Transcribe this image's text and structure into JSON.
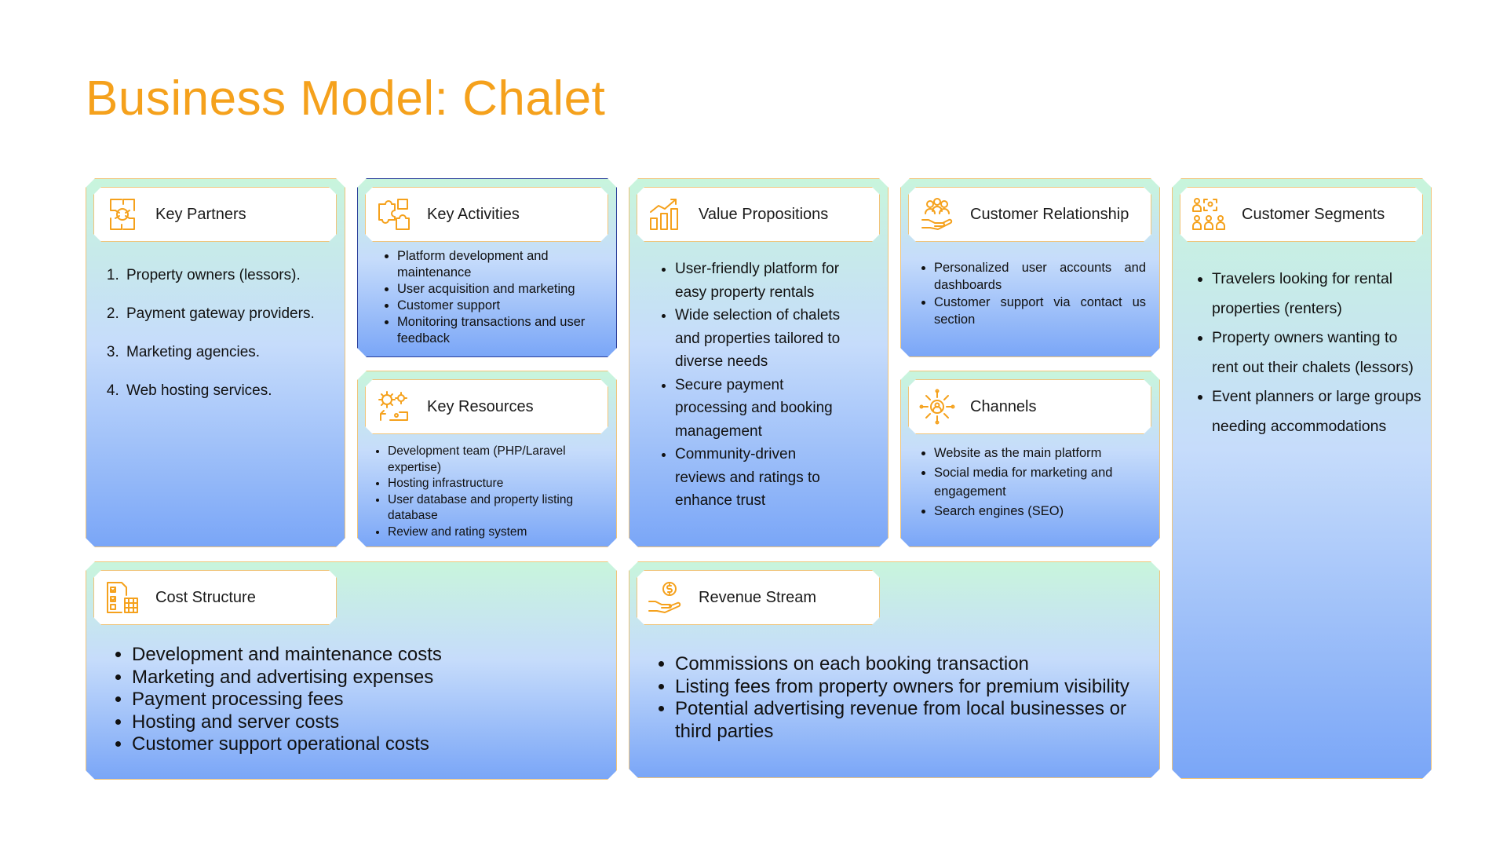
{
  "title": "Business Model: Chalet",
  "colors": {
    "accent": "#f5a11c",
    "card_top": "#c8f5dc",
    "card_bottom": "#7aa6f7",
    "border": "#f0c47a"
  },
  "cards": {
    "key_partners": {
      "title": "Key Partners",
      "icon": "handshake-icon",
      "items": [
        "Property owners (lessors).",
        "Payment gateway providers.",
        "Marketing agencies.",
        "Web hosting services."
      ]
    },
    "key_activities": {
      "title": "Key Activities",
      "icon": "puzzle-icon",
      "items": [
        "Platform development and maintenance",
        "User acquisition and marketing",
        "Customer support",
        "Monitoring transactions and user feedback"
      ]
    },
    "key_resources": {
      "title": "Key Resources",
      "icon": "gears-icon",
      "items": [
        "Development team (PHP/Laravel expertise)",
        "Hosting infrastructure",
        "User database and property listing database",
        "Review and rating system"
      ]
    },
    "value_propositions": {
      "title": "Value Propositions",
      "icon": "growth-chart-icon",
      "items": [
        "User-friendly platform for easy property rentals",
        "Wide selection of chalets and properties tailored to diverse needs",
        "Secure payment processing and booking management",
        "Community-driven reviews and ratings to enhance trust"
      ]
    },
    "customer_relationship": {
      "title": "Customer Relationship",
      "icon": "people-hand-icon",
      "items": [
        "Personalized user accounts and dashboards",
        "Customer support via contact us section"
      ]
    },
    "channels": {
      "title": "Channels",
      "icon": "network-icon",
      "items": [
        " Website as the main platform",
        "Social media for marketing and engagement",
        "Search engines (SEO)"
      ]
    },
    "customer_segments": {
      "title": "Customer Segments",
      "icon": "groups-icon",
      "items": [
        "Travelers looking for rental properties (renters)",
        "Property owners wanting to rent out their chalets (lessors)",
        "Event planners or large groups needing accommodations"
      ]
    },
    "cost_structure": {
      "title": "Cost Structure",
      "icon": "calculator-checklist-icon",
      "items": [
        "Development and maintenance costs",
        "Marketing and advertising expenses",
        "Payment processing fees",
        "Hosting and server costs",
        "Customer support operational costs"
      ]
    },
    "revenue_stream": {
      "title": "Revenue Stream",
      "icon": "money-hand-icon",
      "items": [
        "Commissions on each booking transaction",
        "Listing fees from property owners for premium visibility",
        "Potential advertising revenue from local businesses or third parties"
      ]
    }
  }
}
